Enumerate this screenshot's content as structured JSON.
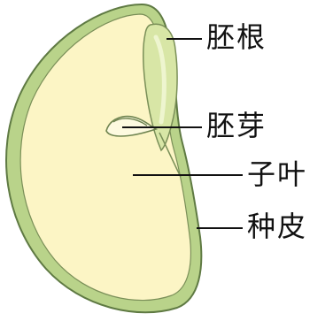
{
  "diagram": {
    "labels": {
      "radicle": "胚根",
      "plumule": "胚芽",
      "cotyledon": "子叶",
      "seed_coat": "种皮"
    },
    "colors": {
      "seed_coat_fill": "#b9d38a",
      "seed_coat_stroke": "#5f7a43",
      "cotyledon_fill": "#fcf5c5",
      "embryo_fill": "#d8e6a6",
      "leader_line": "#111111"
    }
  }
}
